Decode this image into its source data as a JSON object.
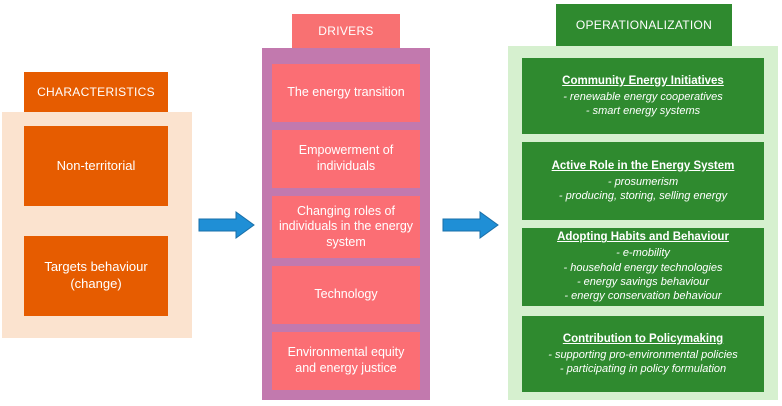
{
  "characteristics": {
    "title": "CHARACTERISTICS",
    "items": [
      "Non-territorial",
      "Targets behaviour (change)"
    ]
  },
  "drivers": {
    "title": "DRIVERS",
    "items": [
      "The energy transition",
      "Empowerment of individuals",
      "Changing roles of individuals in the energy system",
      "Technology",
      "Environmental equity and energy justice"
    ]
  },
  "operationalization": {
    "title": "OPERATIONALIZATION",
    "groups": [
      {
        "heading": "Community Energy Initiatives",
        "items": [
          "- renewable energy cooperatives",
          "- smart energy systems"
        ]
      },
      {
        "heading": "Active Role in the Energy System",
        "items": [
          "- prosumerism",
          "- producing, storing, selling energy"
        ]
      },
      {
        "heading": "Adopting Habits and Behaviour",
        "items": [
          "- e-mobility",
          "- household energy technologies",
          "- energy savings behaviour",
          "- energy conservation behaviour"
        ]
      },
      {
        "heading": "Contribution to Policymaking",
        "items": [
          "- supporting pro-environmental policies",
          "- participating in policy formulation"
        ]
      }
    ]
  },
  "colors": {
    "characteristics": "#e65c00",
    "characteristics_panel": "#fbe3cf",
    "drivers_box": "#fb6e74",
    "drivers_panel": "#c279ae",
    "operationalization": "#2f8a2f",
    "operationalization_panel": "#d6f0cf",
    "arrow": "#1f8fd6"
  }
}
